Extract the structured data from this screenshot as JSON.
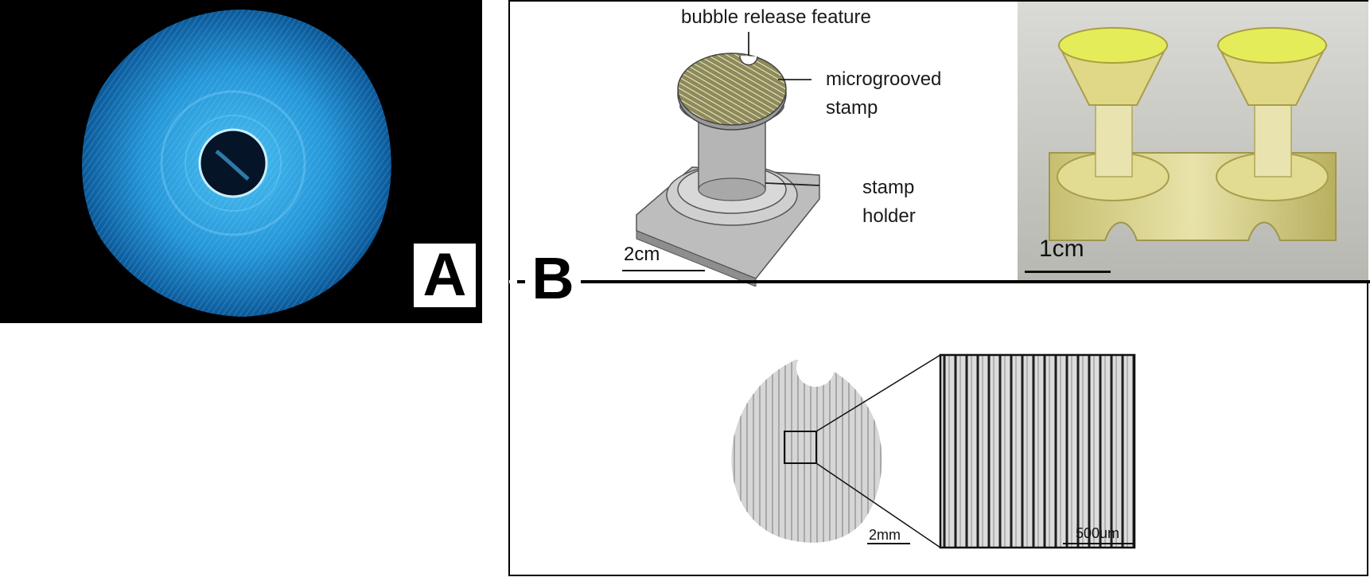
{
  "panel_a": {
    "label": "A"
  },
  "panel_b": {
    "label": "B",
    "schematic": {
      "labels": {
        "bubble": "bubble release feature",
        "microgrooved": "microgrooved",
        "stamp": "stamp",
        "stamp2": "stamp",
        "holder": "holder"
      },
      "scale_bar": "2cm"
    },
    "photo": {
      "scale_bar": "1cm"
    },
    "micrograph": {
      "scale_bar": "2mm",
      "inset_scale_bar": "500um"
    }
  },
  "colors": {
    "fiber_blue": "#2a9bd6",
    "stamp_resin": "#d8d27a",
    "background": "#000000"
  }
}
